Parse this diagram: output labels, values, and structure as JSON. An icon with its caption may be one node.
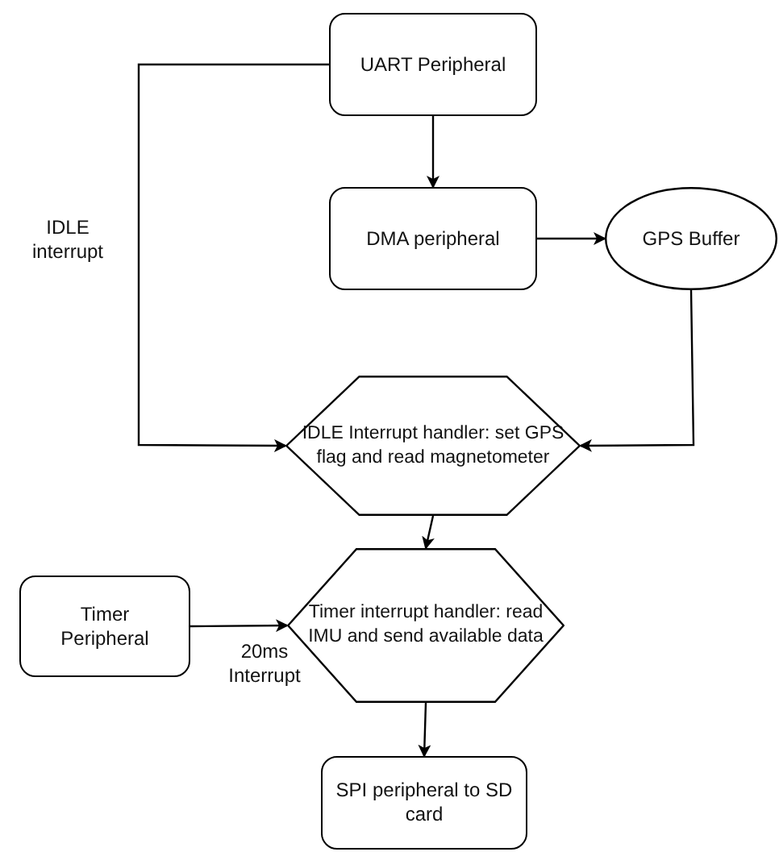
{
  "diagram": {
    "nodes": [
      {
        "text": [
          "UART Peripheral"
        ]
      },
      {
        "text": [
          "DMA peripheral"
        ]
      },
      {
        "text": [
          "GPS Buffer"
        ]
      },
      {
        "text": [
          "IDLE Interrupt handler: set GPS flag and read magnetometer"
        ]
      },
      {
        "text": [
          "Timer Peripheral"
        ]
      },
      {
        "text": [
          "Timer interrupt handler: read IMU and send available data"
        ]
      },
      {
        "text": [
          "SPI peripheral to SD card"
        ]
      }
    ],
    "edges": [
      {
        "from": 0,
        "to": 1,
        "arrow": "to"
      },
      {
        "from": 1,
        "to": 2,
        "arrow": "to"
      },
      {
        "from": 0,
        "to": 3,
        "arrow": "to",
        "label": "IDLE interrupt"
      },
      {
        "from": 2,
        "to": 3,
        "arrow": "to"
      },
      {
        "from": 3,
        "to": 5,
        "arrow": "to"
      },
      {
        "from": 4,
        "to": 5,
        "arrow": "to",
        "label": "20ms Interrupt"
      },
      {
        "from": 5,
        "to": 6,
        "arrow": "to"
      }
    ]
  }
}
